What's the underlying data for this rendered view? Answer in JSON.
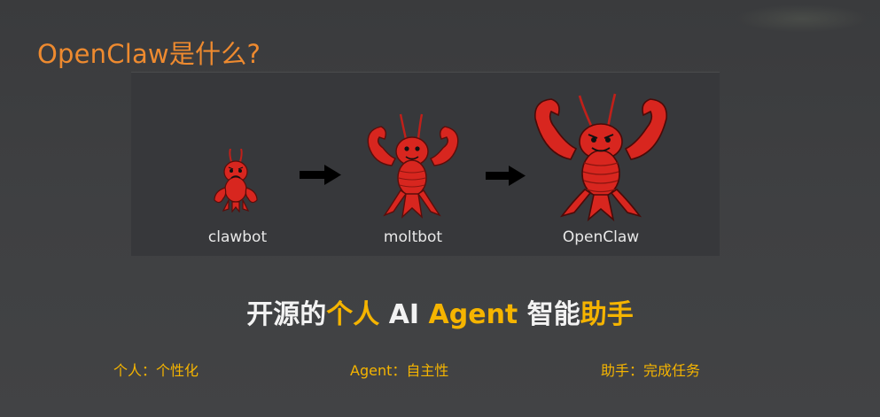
{
  "slide": {
    "title": "OpenClaw是什么?",
    "colors": {
      "background": "#3f4042",
      "panel": "#37383b",
      "title": "#ee8a2f",
      "highlight": "#f5b400",
      "text": "#f2f2f2",
      "lobster": "#d8261f",
      "arrow": "#000000"
    }
  },
  "evolution": {
    "stages": [
      {
        "name": "clawbot",
        "icon": "small-sad-lobster-icon"
      },
      {
        "name": "moltbot",
        "icon": "medium-smiling-lobster-icon"
      },
      {
        "name": "OpenClaw",
        "icon": "large-flexing-lobster-icon"
      }
    ],
    "arrows": [
      "right-arrow-icon",
      "right-arrow-icon"
    ]
  },
  "tagline": {
    "parts": [
      {
        "text": "开源的",
        "highlight": false
      },
      {
        "text": "个人",
        "highlight": true
      },
      {
        "text": " AI ",
        "highlight": false
      },
      {
        "text": "Agent",
        "highlight": true
      },
      {
        "text": " 智能",
        "highlight": false
      },
      {
        "text": "助手",
        "highlight": true
      }
    ]
  },
  "points": [
    {
      "text": "个人：个性化"
    },
    {
      "text": "Agent：自主性"
    },
    {
      "text": "助手：完成任务"
    }
  ]
}
